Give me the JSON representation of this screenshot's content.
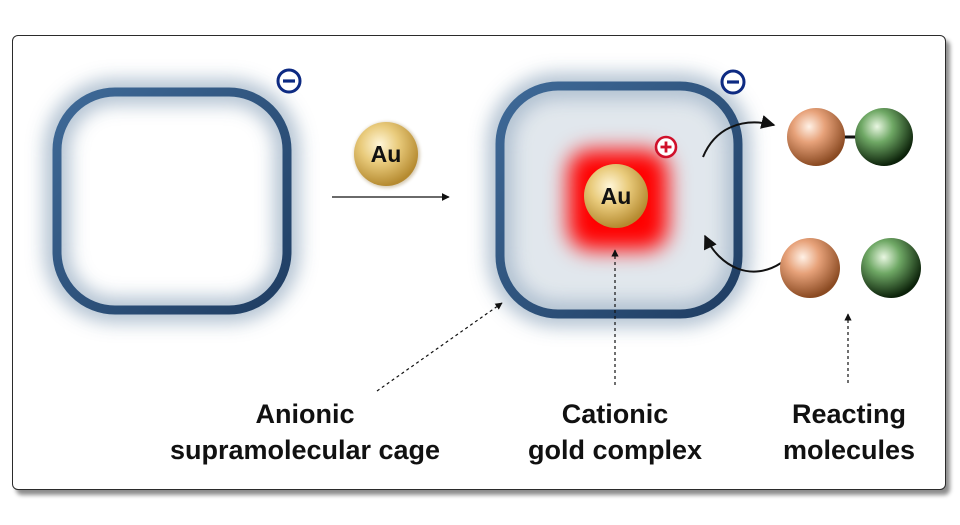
{
  "symbols": {
    "minus": "⊖",
    "plus": "⊕"
  },
  "gold_free": {
    "text": "Au"
  },
  "gold_bound": {
    "text": "Au"
  },
  "labels": {
    "anionic": {
      "line1": "Anionic",
      "line2": "supramolecular cage"
    },
    "cationic": {
      "line1": "Cationic",
      "line2": "gold complex"
    },
    "reacting": {
      "line1": "Reacting",
      "line2": "molecules"
    }
  },
  "colors": {
    "cage_stroke": "#2d5480",
    "cage_glow": "#aabccd",
    "gold": "#d9b860",
    "red_glow": "#ff0000",
    "sign": "#0d2a82",
    "plus_sign": "#d0102a",
    "orange_sphere": "#d98a5f",
    "green_sphere": "#5c9a55"
  }
}
